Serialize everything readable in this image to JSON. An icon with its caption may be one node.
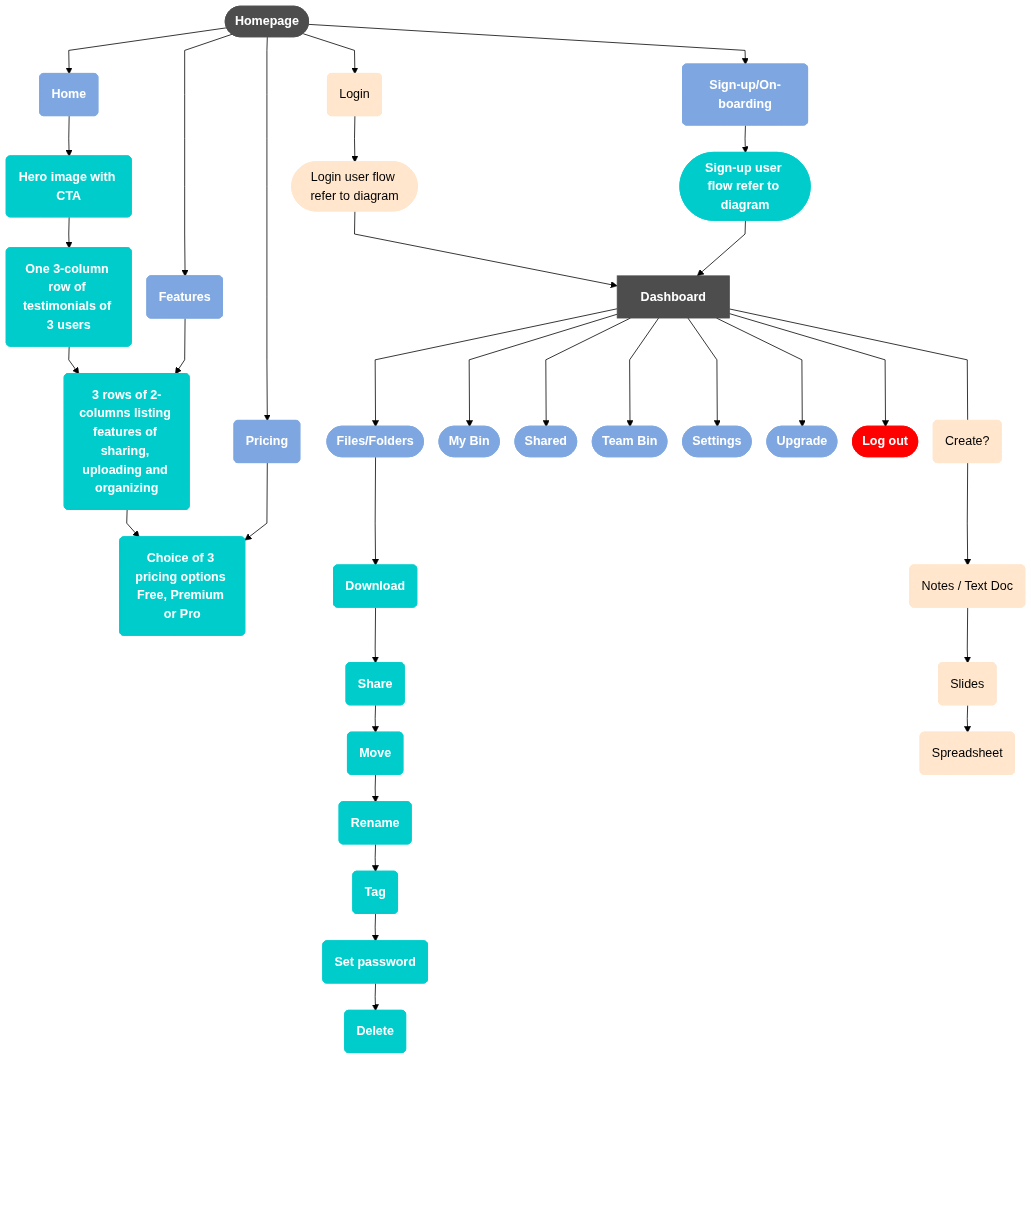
{
  "diagram": {
    "nodes": [
      {
        "text": [
          "Homepage"
        ]
      },
      {
        "text": [
          "Home"
        ]
      },
      {
        "text": [
          "Features"
        ]
      },
      {
        "text": [
          "Pricing"
        ]
      },
      {
        "text": [
          "Login"
        ]
      },
      {
        "text": [
          "Sign-up/On-boarding"
        ]
      },
      {
        "text": [
          "Hero image with CTA"
        ]
      },
      {
        "text": [
          "3 rows of 2-columns listing features of sharing, uploading and organizing"
        ]
      },
      {
        "text": [
          "Choice of 3 pricing options Free, Premium or Pro"
        ]
      },
      {
        "text": [
          "Login user flow refer to diagram"
        ]
      },
      {
        "text": [
          "Sign-up user flow refer to diagram"
        ]
      },
      {
        "text": [
          "One 3-column row of testimonials of 3 users"
        ]
      },
      {
        "text": [
          "Dashboard"
        ]
      },
      {
        "text": [
          "Files/Folders"
        ]
      },
      {
        "text": [
          "My Bin"
        ]
      },
      {
        "text": [
          "Shared"
        ]
      },
      {
        "text": [
          "Team Bin"
        ]
      },
      {
        "text": [
          "Settings"
        ]
      },
      {
        "text": [
          "Upgrade"
        ]
      },
      {
        "text": [
          "Log out"
        ]
      },
      {
        "text": [
          "Create?"
        ]
      },
      {
        "text": [
          "Download"
        ]
      },
      {
        "text": [
          "Share"
        ]
      },
      {
        "text": [
          "Move"
        ]
      },
      {
        "text": [
          "Rename"
        ]
      },
      {
        "text": [
          "Tag"
        ]
      },
      {
        "text": [
          "Set password"
        ]
      },
      {
        "text": [
          "Delete"
        ]
      },
      {
        "text": [
          "Notes / Text Doc"
        ]
      },
      {
        "text": [
          "Slides"
        ]
      },
      {
        "text": [
          "Spreadsheet"
        ]
      }
    ],
    "edges": [
      {
        "from": 0,
        "to": 1,
        "arrow": "to"
      },
      {
        "from": 0,
        "to": 2,
        "arrow": "to"
      },
      {
        "from": 0,
        "to": 3,
        "arrow": "to"
      },
      {
        "from": 0,
        "to": 4,
        "arrow": "to"
      },
      {
        "from": 0,
        "to": 5,
        "arrow": "to"
      },
      {
        "from": 1,
        "to": 6,
        "arrow": "to"
      },
      {
        "from": 6,
        "to": 11,
        "arrow": "to"
      },
      {
        "from": 11,
        "to": 7,
        "arrow": "to"
      },
      {
        "from": 2,
        "to": 7,
        "arrow": "to"
      },
      {
        "from": 7,
        "to": 8,
        "arrow": "to"
      },
      {
        "from": 3,
        "to": 8,
        "arrow": "to"
      },
      {
        "from": 4,
        "to": 9,
        "arrow": "to"
      },
      {
        "from": 5,
        "to": 10,
        "arrow": "to"
      },
      {
        "from": 9,
        "to": 12,
        "arrow": "to"
      },
      {
        "from": 10,
        "to": 12,
        "arrow": "to"
      },
      {
        "from": 12,
        "to": 13,
        "arrow": "to"
      },
      {
        "from": 12,
        "to": 14,
        "arrow": "to"
      },
      {
        "from": 12,
        "to": 15,
        "arrow": "to"
      },
      {
        "from": 12,
        "to": 16,
        "arrow": "to"
      },
      {
        "from": 12,
        "to": 17,
        "arrow": "to"
      },
      {
        "from": 12,
        "to": 20,
        "arrow": "none"
      },
      {
        "from": 12,
        "to": 18,
        "arrow": "to"
      },
      {
        "from": 12,
        "to": 19,
        "arrow": "to"
      },
      {
        "from": 13,
        "to": 21,
        "arrow": "to"
      },
      {
        "from": 21,
        "to": 22,
        "arrow": "to"
      },
      {
        "from": 22,
        "to": 23,
        "arrow": "to"
      },
      {
        "from": 23,
        "to": 24,
        "arrow": "to"
      },
      {
        "from": 24,
        "to": 25,
        "arrow": "to"
      },
      {
        "from": 25,
        "to": 26,
        "arrow": "to"
      },
      {
        "from": 26,
        "to": 27,
        "arrow": "to"
      },
      {
        "from": 20,
        "to": 28,
        "arrow": "to"
      },
      {
        "from": 28,
        "to": 29,
        "arrow": "to"
      },
      {
        "from": 29,
        "to": 30,
        "arrow": "to"
      }
    ]
  }
}
